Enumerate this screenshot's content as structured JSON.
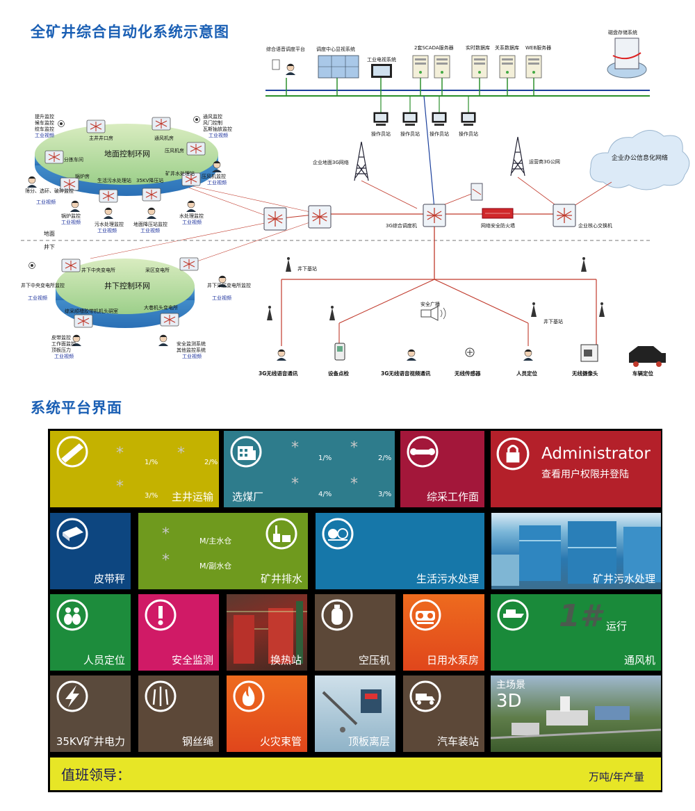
{
  "heading1": "全矿井综合自动化系统示意图",
  "heading2": "系统平台界面",
  "top_network": {
    "servers": [
      "综合语音调度平台",
      "调度中心显视系统",
      "工业电视系统",
      "2套SCADA服务器",
      "实时数据库",
      "关系数据库",
      "WEB服务器",
      "磁盘存储系统"
    ],
    "operator_station": "操作员站",
    "cloud": "企业办公信息化网络",
    "enterprise_3g": "企业地面3G网络",
    "operator_3g": "运营商3G公网",
    "dispatcher": "3G综合调度机",
    "firewall": "网络安全防火墙",
    "core_switch": "企业核心交换机"
  },
  "surface_ring": {
    "title": "地面控制环网",
    "nodes": [
      "主井井口房",
      "通风机房",
      "分拣车间",
      "压风机房",
      "锅炉房",
      "生活污水处理站",
      "35KV降压站",
      "矿井水处理站"
    ],
    "labels": {
      "hoist": "提升监控",
      "car": "候车监控",
      "winch": "绞车监控",
      "industrial_tv": "工业视频",
      "vent": "通风监控",
      "door": "风门控制",
      "gas": "瓦斯抽放监控",
      "sort": "筛分、选矸、破碎监控",
      "boiler": "锅炉监控",
      "sewage": "污水处理监控",
      "ground_sub": "地面降压站监控",
      "water": "水处理监控",
      "compressor": "压风机监控"
    }
  },
  "divider": {
    "ground": "地面",
    "underground": "井下"
  },
  "underground_ring": {
    "title": "井下控制环网",
    "nodes": [
      "井下中央变电所",
      "采区变电所",
      "综采顺槽胶带机机头硐室",
      "大巷机头变电所"
    ],
    "labels": {
      "central": "井下中央变电所监控",
      "district": "井下采区变电所监控",
      "tv": "工业视频",
      "belt": "皮带监控",
      "face": "工作面监控",
      "roof": "顶板压力",
      "safety": "安全监测系统",
      "other": "其他监控系统"
    }
  },
  "wireless": {
    "base": "井下基站",
    "broadcast": "安全广播",
    "devices": [
      "3G无线语音通讯",
      "设备点检",
      "3G无线语音视频通讯",
      "无线传感器",
      "人员定位",
      "无线摄像头",
      "车辆定位"
    ]
  },
  "tiles": {
    "main_haul": {
      "name": "主井运输",
      "p1": "1/%",
      "p2": "2/%",
      "p3": "3/%"
    },
    "coal_prep": {
      "name": "选煤厂",
      "p1": "1/%",
      "p2": "2/%",
      "p3": "3/%",
      "p4": "4/%"
    },
    "fully_mech": {
      "name": "综采工作面"
    },
    "admin": {
      "title": "Administrator",
      "sub": "查看用户权限并登陆"
    },
    "belt_scale": {
      "name": "皮带秤"
    },
    "drainage": {
      "name": "矿井排水",
      "main": "M/主水仓",
      "aux": "M/副水仓"
    },
    "domestic_sewage": {
      "name": "生活污水处理"
    },
    "mine_water": {
      "name": "矿井污水处理"
    },
    "personnel": {
      "name": "人员定位"
    },
    "safety_mon": {
      "name": "安全监测"
    },
    "heat": {
      "name": "换热站"
    },
    "air_comp": {
      "name": "空压机"
    },
    "pump": {
      "name": "日用水泵房"
    },
    "ventilator": {
      "name": "通风机",
      "num": "1#",
      "state": "运行"
    },
    "power": {
      "name": "35KV矿井电力"
    },
    "wire_rope": {
      "name": "钢丝绳"
    },
    "fire": {
      "name": "火灾束管"
    },
    "roof": {
      "name": "顶板离层"
    },
    "truck": {
      "name": "汽车装站"
    },
    "scene": {
      "title": "主场景",
      "sub": "3D"
    }
  },
  "footer": {
    "left": "值班领导：",
    "right": "万吨/年产量"
  },
  "colors": {
    "yellow": "#c8b400",
    "teal": "#2e7c8c",
    "maroon": "#a3173a",
    "red": "#b4202a",
    "navy": "#0d4680",
    "olive": "#6f9a1e",
    "blue": "#1677a9",
    "green": "#1d8c3c",
    "magenta": "#d01a66",
    "brown": "#5c4838",
    "orange": "#e95f1b",
    "footer": "#e7e626"
  }
}
